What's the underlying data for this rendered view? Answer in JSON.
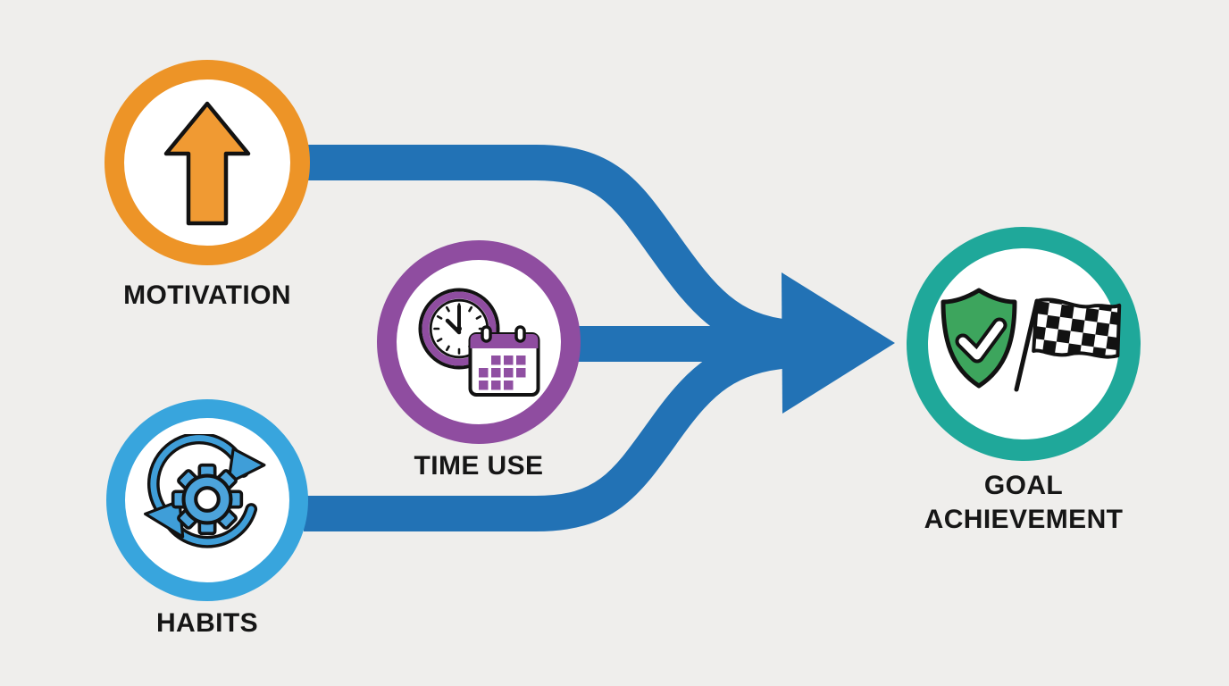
{
  "diagram": {
    "background_color": "#efeeec",
    "text_color": "#161616",
    "flow": {
      "color": "#2272b5"
    },
    "nodes": {
      "motivation": {
        "label": "MOTIVATION",
        "ring_color": "#ed9427",
        "arrow_fill": "#f09a33"
      },
      "time_use": {
        "label": "TIME USE",
        "ring_color": "#8f4da0",
        "calendar_accent": "#8f4da0",
        "square_fill": "#9050a2"
      },
      "habits": {
        "label": "HABITS",
        "ring_color": "#38a5dd",
        "gear_fill": "#4ca3db",
        "cycle_fill": "#3f9ed8"
      },
      "goal": {
        "label": "GOAL ACHIEVEMENT",
        "ring_color": "#1fa89a",
        "shield_fill": "#3da55d"
      }
    }
  }
}
